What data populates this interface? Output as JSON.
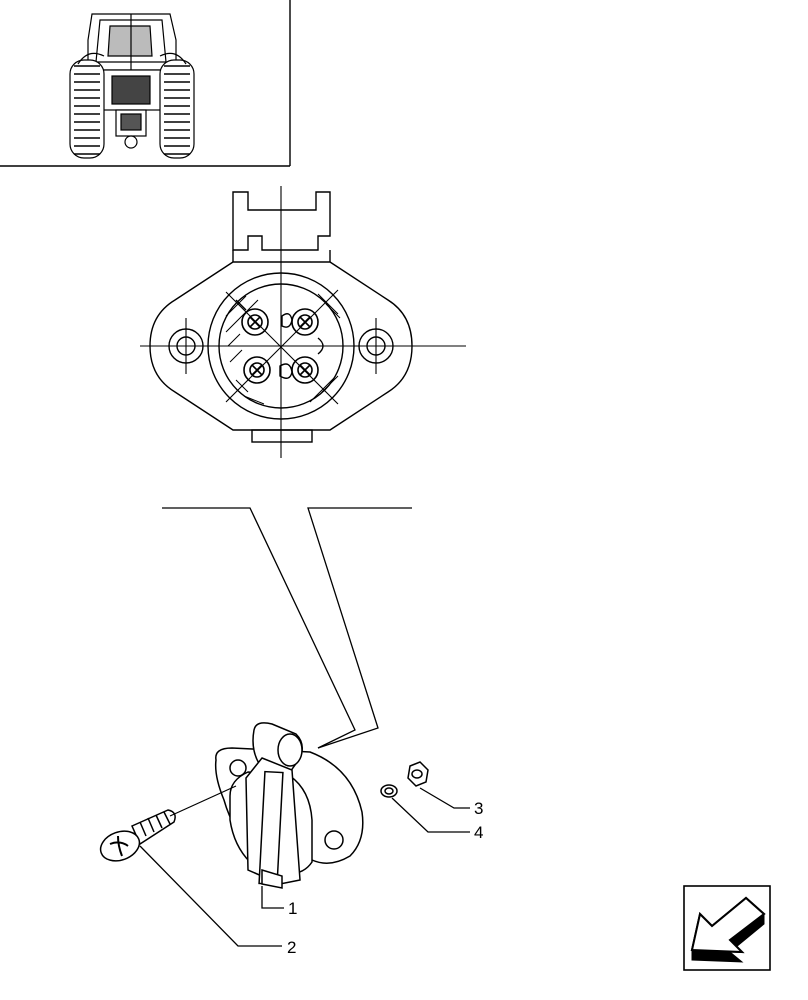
{
  "diagram": {
    "callouts": {
      "part_1": "1",
      "part_2": "2",
      "part_3": "3",
      "part_4": "4"
    }
  },
  "icons": {
    "thumbnail": "tractor-rear-view-icon",
    "navigation": "next-page-arrow-icon"
  },
  "colors": {
    "line": "#000000",
    "background": "#ffffff"
  }
}
